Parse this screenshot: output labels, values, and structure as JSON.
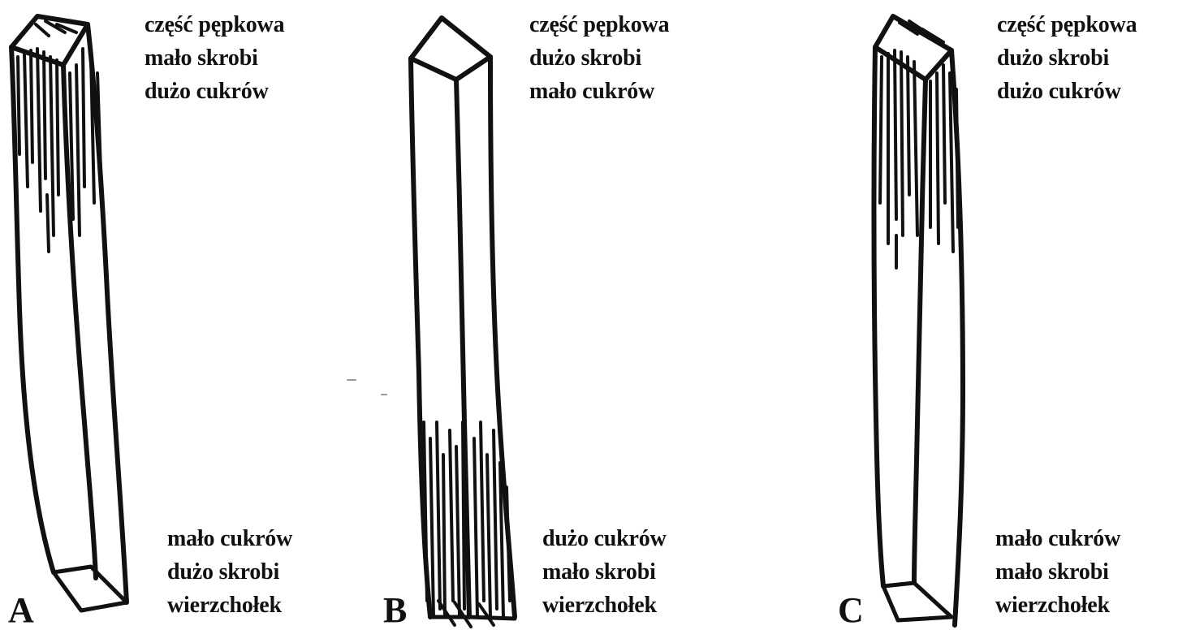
{
  "panels": [
    {
      "letter": "A",
      "top_labels": [
        "część pępkowa",
        "mało skrobi",
        "dużo cukrów"
      ],
      "bottom_labels": [
        "mało cukrów",
        "dużo skrobi",
        "wierzchołek"
      ]
    },
    {
      "letter": "B",
      "top_labels": [
        "część pępkowa",
        "dużo skrobi",
        "mało cukrów"
      ],
      "bottom_labels": [
        "dużo cukrów",
        "mało skrobi",
        "wierzchołek"
      ]
    },
    {
      "letter": "C",
      "top_labels": [
        "część pępkowa",
        "dużo skrobi",
        "dużo cukrów"
      ],
      "bottom_labels": [
        "mało cukrów",
        "mało skrobi",
        "wierzchołek"
      ]
    }
  ],
  "colors": {
    "ink": "#111111",
    "background": "#ffffff"
  }
}
